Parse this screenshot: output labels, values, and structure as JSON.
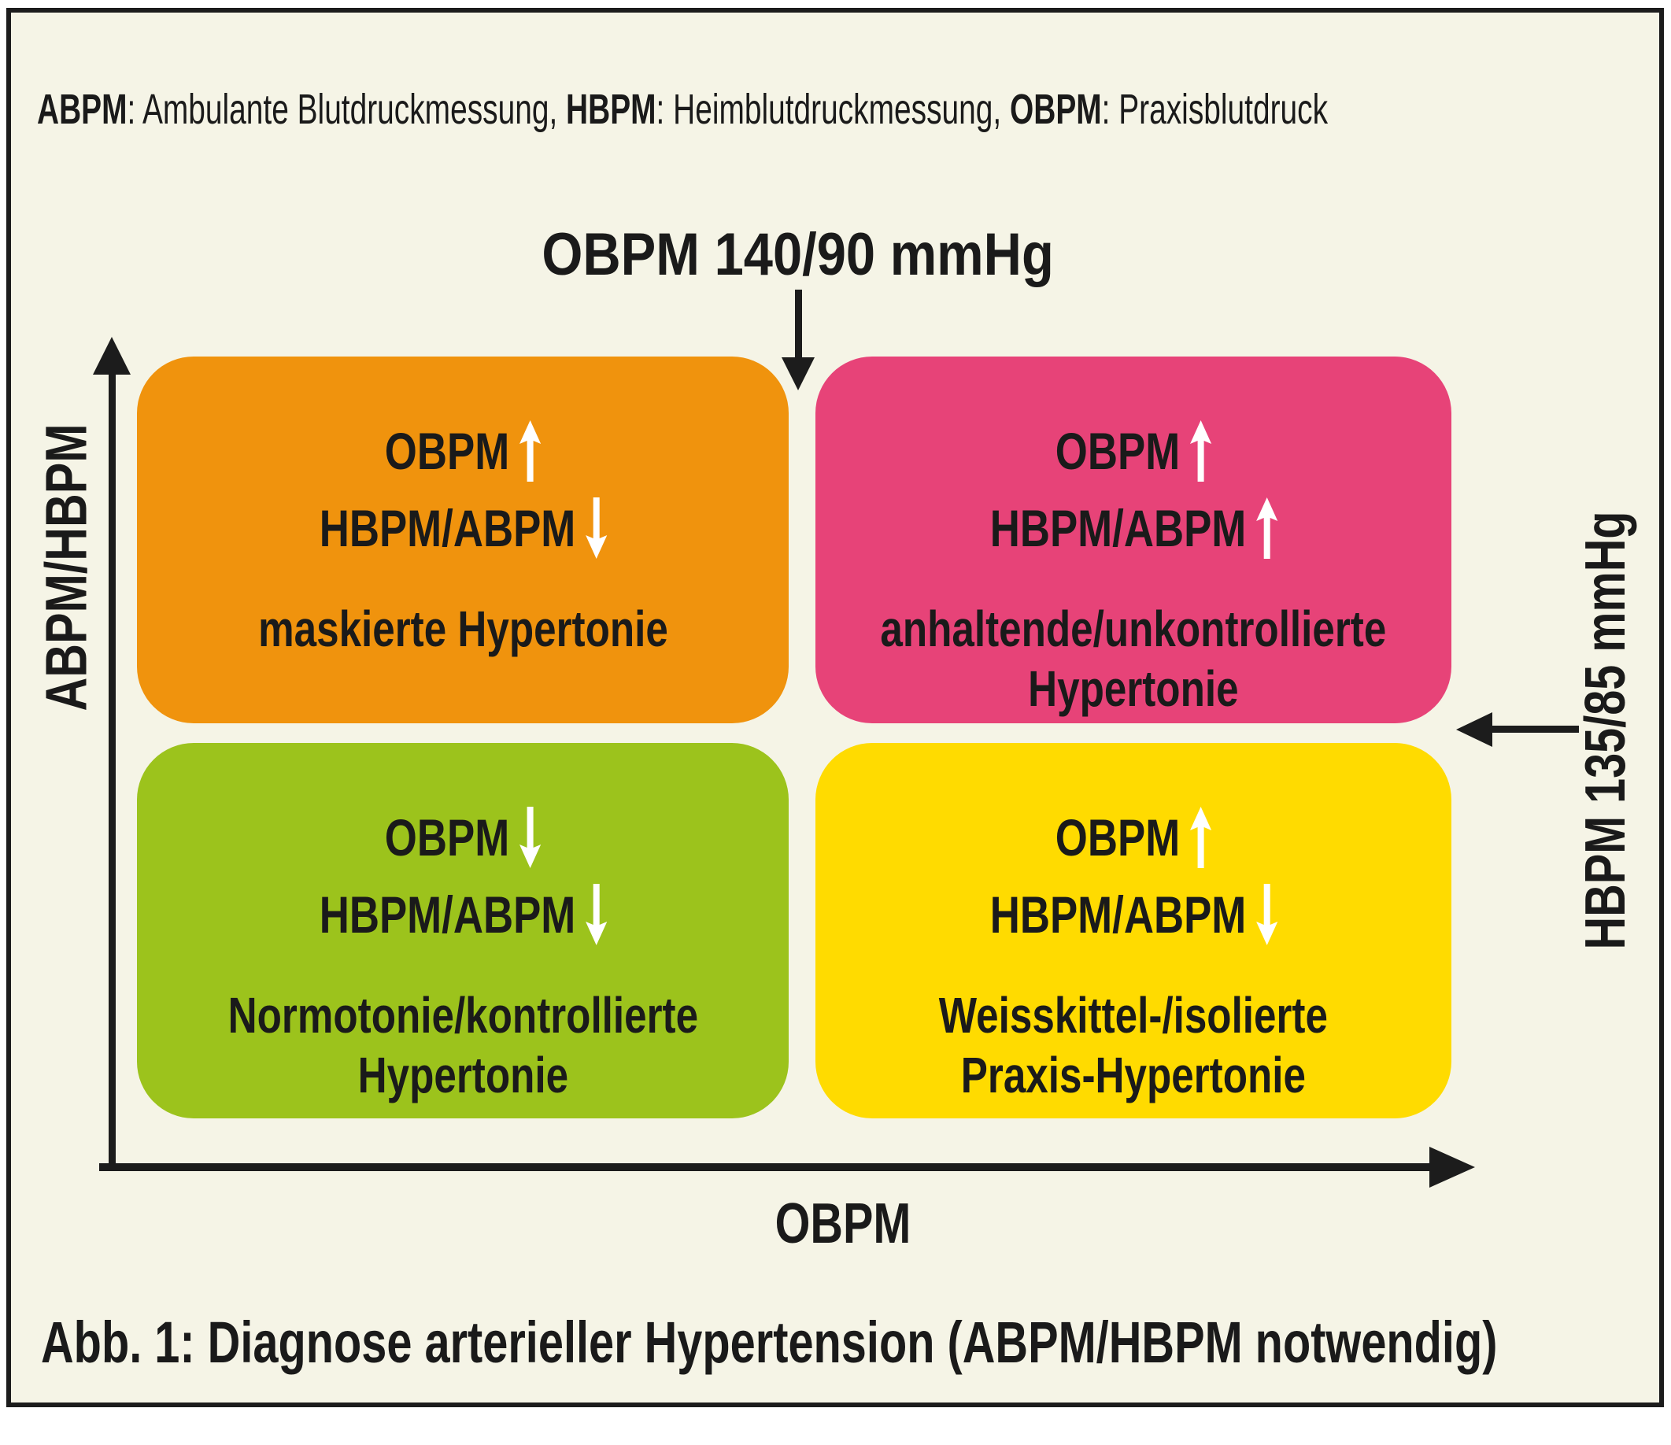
{
  "legend": {
    "parts": [
      {
        "text": "ABPM"
      },
      {
        "text": ": Ambulante Blutdruckmessung, "
      },
      {
        "text": "HBPM"
      },
      {
        "text": ": Heimblutdruckmessung, "
      },
      {
        "text": "OBPM"
      },
      {
        "text": ": Praxisblutdruck"
      }
    ]
  },
  "thresholds": {
    "obpm_top": "OBPM 140/90 mmHg",
    "hbpm_right": "HBPM 135/85 mmHg"
  },
  "axes": {
    "y_label": "ABPM/HBPM",
    "x_label": "OBPM"
  },
  "quadrants": [
    {
      "id": "masked-hypertension",
      "color": "#f0930d",
      "line1": "OBPM",
      "arrow1": "up",
      "line2": "HBPM/ABPM",
      "arrow2": "down",
      "desc1": "maskierte Hypertonie",
      "desc2": ""
    },
    {
      "id": "sustained-uncontrolled-hypertension",
      "color": "#e74378",
      "line1": "OBPM",
      "arrow1": "up",
      "line2": "HBPM/ABPM",
      "arrow2": "up",
      "desc1": "anhaltende/unkontrollierte",
      "desc2": "Hypertonie"
    },
    {
      "id": "normotension-controlled-hypertension",
      "color": "#9cc31c",
      "line1": "OBPM",
      "arrow1": "down",
      "line2": "HBPM/ABPM",
      "arrow2": "down",
      "desc1": "Normotonie/kontrollierte",
      "desc2": "Hypertonie"
    },
    {
      "id": "whitecoat-isolated-office-hypertension",
      "color": "#ffdb00",
      "line1": "OBPM",
      "arrow1": "up",
      "line2": "HBPM/ABPM",
      "arrow2": "down",
      "desc1": "Weisskittel-/isolierte",
      "desc2": "Praxis-Hypertonie"
    }
  ],
  "caption": "Abb. 1: Diagnose arterieller Hypertension (ABPM/HBPM notwendig)",
  "colors": {
    "background": "#f5f4e6",
    "frame_border": "#1c1c1c",
    "text": "#1a1a1a",
    "box_arrow": "#ffffff"
  }
}
